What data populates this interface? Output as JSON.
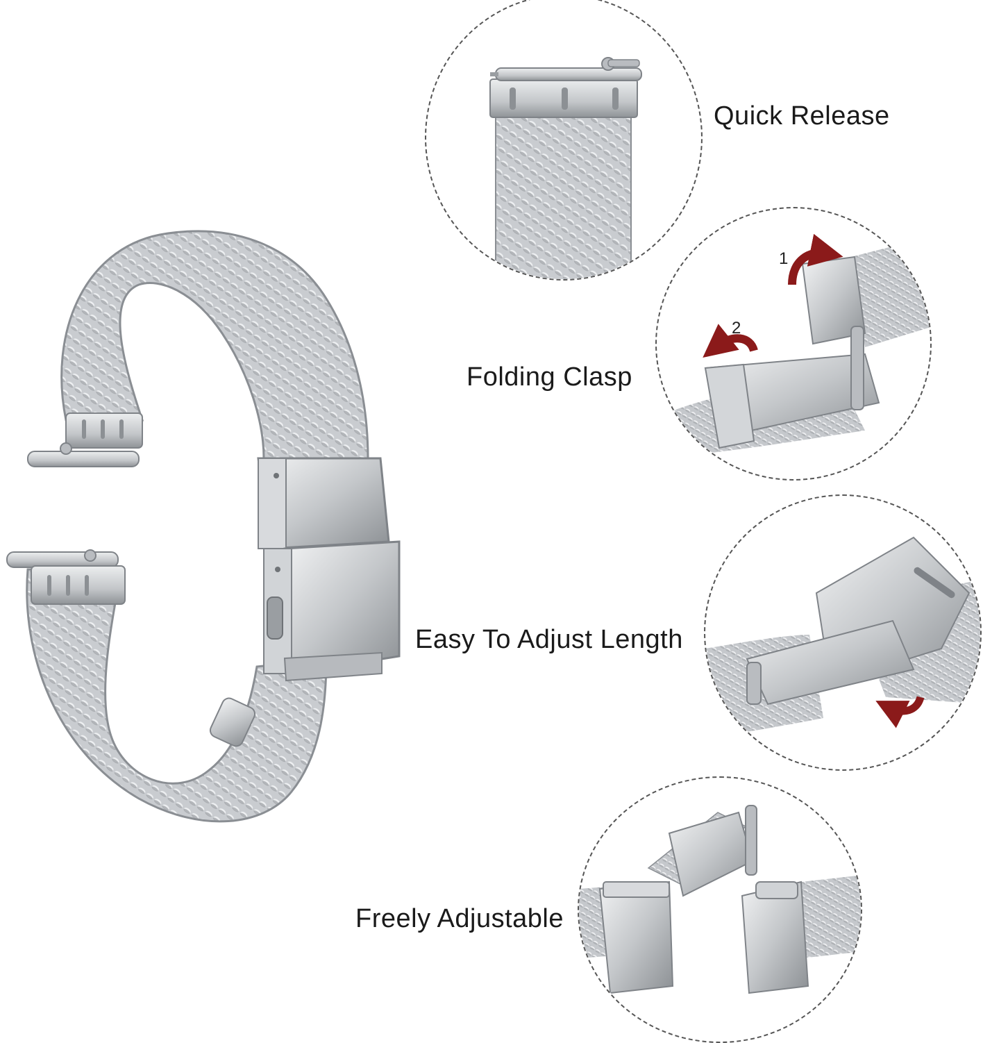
{
  "colors": {
    "background": "#ffffff",
    "steel_light": "#e2e4e6",
    "steel_mid": "#b9bcc0",
    "steel_dark": "#7f8388",
    "arrow": "#8b1a1a",
    "dashed_border": "#555555"
  },
  "features": [
    {
      "label": "Quick Release"
    },
    {
      "label": "Folding Clasp"
    },
    {
      "label": "Easy To Adjust Length"
    },
    {
      "label": "Freely Adjustable"
    }
  ],
  "steps": {
    "first": "1",
    "second": "2"
  },
  "icons": {
    "main": "mesh-watch-band",
    "c1": "quick-release-pin",
    "c2": "folding-clasp",
    "c3": "adjust-length-clasp",
    "c4": "open-clasp",
    "arrows": "curved-arrow-icon"
  }
}
